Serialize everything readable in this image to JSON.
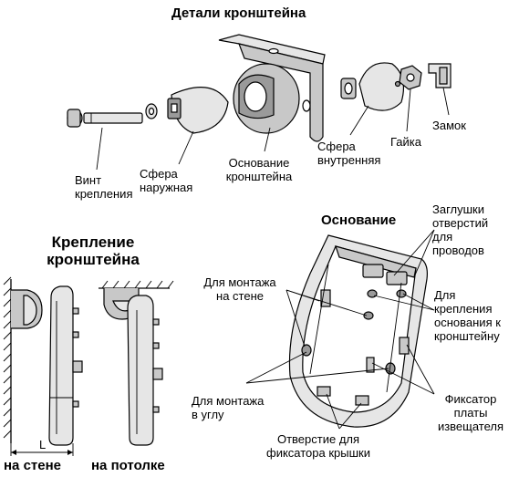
{
  "title_details": "Детали кронштейна",
  "title_mounting": "Крепление\nкронштейна",
  "title_base": "Основание",
  "parts": {
    "screw": "Винт\nкрепления",
    "outer_sphere": "Сфера\nнаружная",
    "bracket_base": "Основание\nкронштейна",
    "inner_sphere": "Сфера\nвнутренняя",
    "nut": "Гайка",
    "lock": "Замок"
  },
  "mounting": {
    "wall": "на стене",
    "ceiling": "на потолке",
    "dimension": "L"
  },
  "base_labels": {
    "plugs": "Заглушки\nотверстий\nдля\nпроводов",
    "wall_mount": "Для монтажа\nна стене",
    "bracket_mount": "Для\nкрепления\nоснования к\nкронштейну",
    "corner_mount": "Для монтажа\nв углу",
    "board_latch": "Фиксатор\nплаты\nизвещателя",
    "cover_latch_hole": "Отверстие для\nфиксатора крышки"
  }
}
